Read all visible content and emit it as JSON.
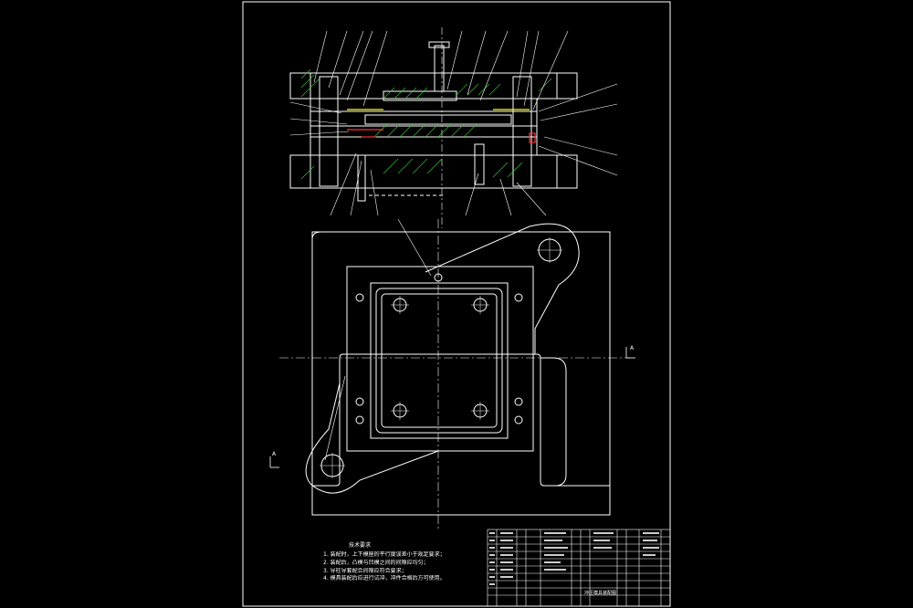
{
  "viewer": {
    "background": "#000000",
    "line_color": "#ffffff",
    "accent_green": "#33cc33",
    "accent_yellow": "#ffff00",
    "accent_red": "#ff3030"
  },
  "drawing": {
    "type": "cad-mold-assembly-drawing",
    "views": [
      "section-view",
      "plan-view"
    ],
    "section_marker_left": "A",
    "section_marker_right": "A"
  },
  "technical_notes": {
    "title": "技术要求",
    "items": [
      "1. 装配时，上下模座的平行度误差小于规定要求；",
      "2. 装配后，凸模与凹模之间的间隙应均匀；",
      "3. 导柱导套配合间隙应符合要求；",
      "4. 模具装配后应进行试冲，冲件合格后方可使用。"
    ]
  },
  "title_block": {
    "drawing_name": "冲压模具装配图"
  }
}
